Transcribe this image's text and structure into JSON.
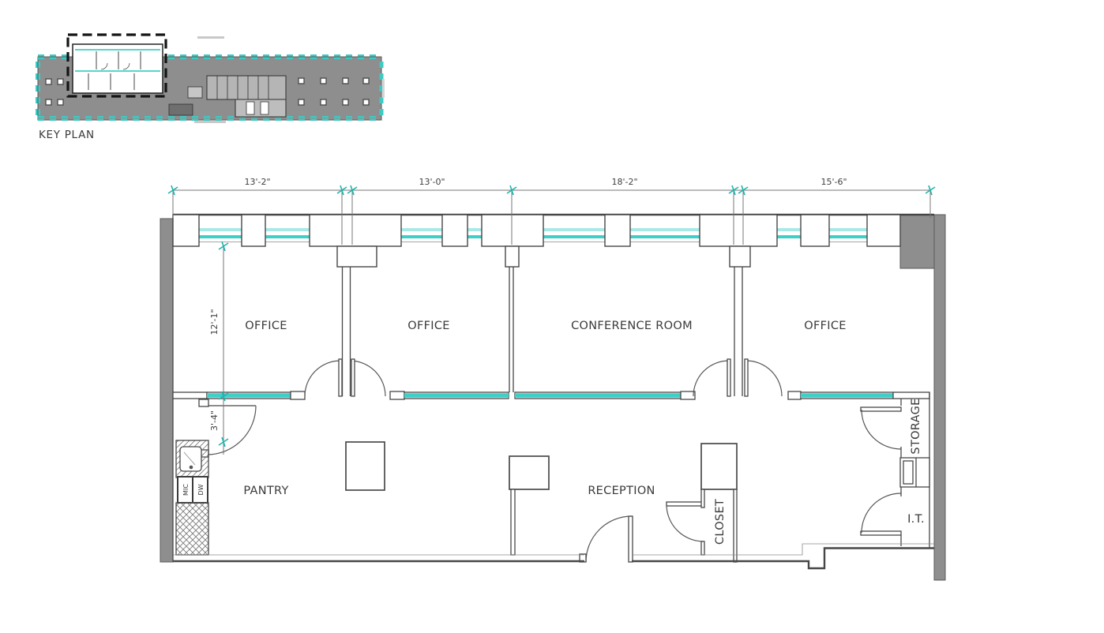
{
  "key_plan": {
    "label": "KEY PLAN"
  },
  "dimensions": {
    "top": [
      {
        "id": "bay-1",
        "label": "13'-2\""
      },
      {
        "id": "bay-2",
        "label": "13'-0\""
      },
      {
        "id": "bay-3",
        "label": "18'-2\""
      },
      {
        "id": "bay-4",
        "label": "15'-6\""
      }
    ],
    "left": [
      {
        "id": "office-depth",
        "label": "12'-1\""
      },
      {
        "id": "pantry-door",
        "label": "3'-4\""
      }
    ]
  },
  "rooms": [
    {
      "id": "office-1",
      "label": "OFFICE"
    },
    {
      "id": "office-2",
      "label": "OFFICE"
    },
    {
      "id": "conference-room",
      "label": "CONFERENCE ROOM"
    },
    {
      "id": "office-3",
      "label": "OFFICE"
    },
    {
      "id": "pantry",
      "label": "PANTRY"
    },
    {
      "id": "reception",
      "label": "RECEPTION"
    },
    {
      "id": "closet",
      "label": "CLOSET"
    },
    {
      "id": "storage",
      "label": "STORAGE"
    },
    {
      "id": "it-room",
      "label": "I.T."
    }
  ],
  "appliances": [
    {
      "id": "microwave",
      "label": "MIC"
    },
    {
      "id": "dishwasher",
      "label": "DW"
    }
  ],
  "colors": {
    "glass": "#3ecfc8",
    "glass_soft": "#a9e9e5",
    "wall_line": "#474747",
    "shell": "#8e8e8e",
    "tick": "#22b3ab",
    "dim_text": "#3f3f3f"
  }
}
